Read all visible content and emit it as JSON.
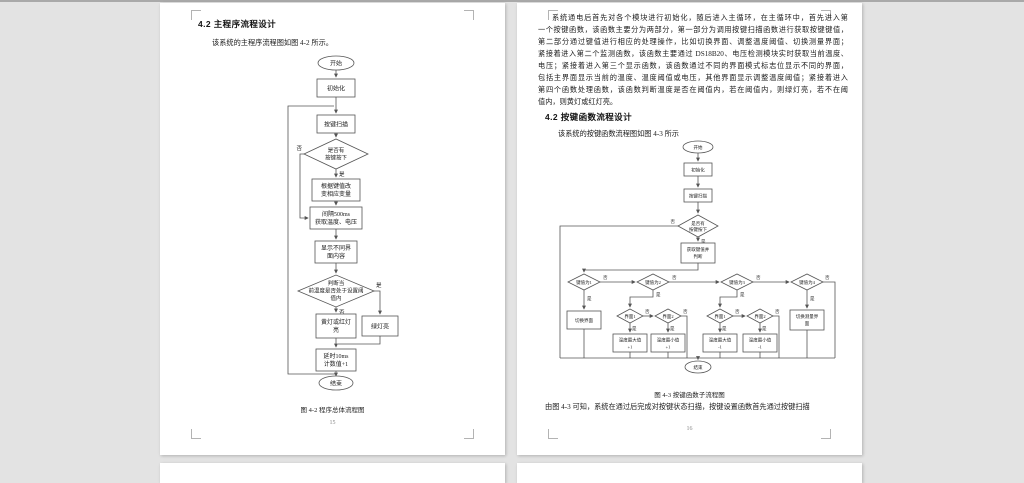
{
  "colors": {
    "canvas_bg": "#e3e3e3",
    "top_strip": "#a9a9a9",
    "page_bg": "#ffffff",
    "line_stroke": "#555555"
  },
  "page1": {
    "heading": "4.2 主程序流程设计",
    "intro": "该系统的主程序流程图如图 4-2 所示。",
    "caption": "图 4-2   程序总体流程图",
    "page_number": "15",
    "flow": {
      "start": "开始",
      "init": "初始化",
      "scan": "按键扫描",
      "d1a": "是否有",
      "d1b": "按键按下",
      "yes": "是",
      "no": "否",
      "kv_a": "根据键值改",
      "kv_b": "变相应变量",
      "iv_a": "间隔500ms",
      "iv_b": "获取温度、电压",
      "dp_a": "显示不同界",
      "dp_b": "面内容",
      "d2a": "判断当",
      "d2b": "前温度是否处于设置阈",
      "d2c": "值内",
      "yl_a": "黄灯或红灯",
      "yl_b": "亮",
      "green": "绿灯亮",
      "dl_a": "延时10ms",
      "dl_b": "计数值+1",
      "end": "结束"
    }
  },
  "page2": {
    "para": [
      "系统通电后首先对各个模块进行初始化，随后进入主循环，在主循环中，首先进入第",
      "一个按键函数，该函数主要分为两部分，第一部分为调用按键扫描函数进行获取按键键值，",
      "第二部分通过键值进行相应的处理操作，比如切换界面、调整温度阈值、切换测量界面；",
      "紧接着进入第二个监测函数，该函数主要通过 DS18B20、电压检测模块实时获取当前温度、",
      "电压；紧接着进入第三个显示函数，该函数通过不同的界面模式标志位显示不同的界面，",
      "包括主界面显示当前的温度、温度阈值或电压，其他界面显示调整温度阈值；紧接着进入",
      "第四个函数处理函数，该函数判断温度是否在阈值内，若在阈值内，则绿灯亮，若不在阈",
      "值内，则黄灯或红灯亮。"
    ],
    "heading": "4.2 按键函数流程设计",
    "intro": "该系统的按键函数流程图如图 4-3 所示",
    "caption": "图 4-3   按键函数子流程图",
    "tail": "由图 4-3 可知，系统在通过后完成对按键状态扫描，按键设置函数首先通过按键扫描",
    "page_number": "16",
    "flow": {
      "start": "开始",
      "init": "初始化",
      "scan": "按键扫描",
      "d0a": "是否有",
      "d0b": "按键按下",
      "get_a": "获取键值并",
      "get_b": "判断",
      "k1": "键值为1",
      "k2": "键值为2",
      "k3": "键值为3",
      "k4": "键值为4",
      "ui1": "界面1",
      "ui2": "界面2",
      "sw": "切换界面",
      "tmax": "温度最大值",
      "tmin": "温度最小值",
      "p1": "+1",
      "m1": "-1",
      "ms_a": "切换测量界",
      "ms_b": "面",
      "yes": "是",
      "no": "否",
      "end": "结束"
    }
  }
}
